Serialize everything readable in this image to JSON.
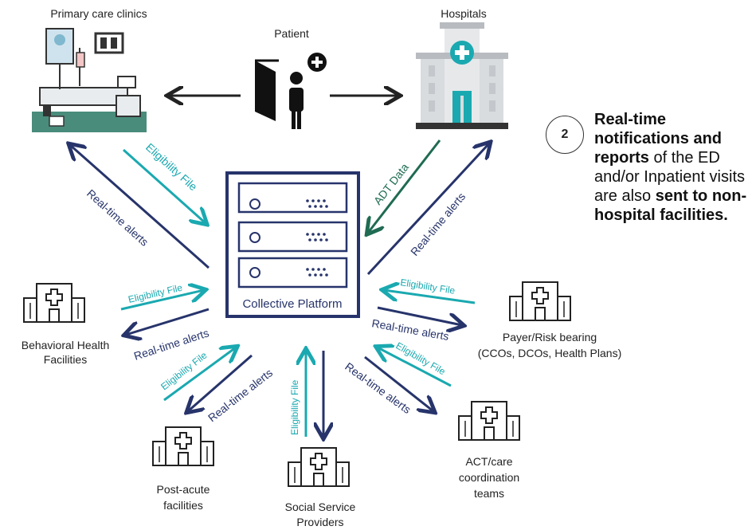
{
  "labels": {
    "primary_care": "Primary care clinics",
    "patient": "Patient",
    "hospitals": "Hospitals",
    "platform": "Collective Platform",
    "behavioral_1": "Behavioral Health",
    "behavioral_2": "Facilities",
    "post_acute_1": "Post-acute",
    "post_acute_2": "facilities",
    "social_1": "Social Service",
    "social_2": "Providers",
    "act_1": "ACT/care",
    "act_2": "coordination",
    "act_3": "teams",
    "payer_1": "Payer/Risk bearing",
    "payer_2": "(CCOs, DCOs, Health Plans)"
  },
  "flows": {
    "eligibility_file": "Eligibility File",
    "real_time_alerts": "Real-time alerts",
    "adt_data": "ADT Data"
  },
  "callout": {
    "step": "2",
    "p1_bold": "Real-time notifications and reports",
    "p2": " of the ED and/or Inpatient visits are also ",
    "p3_bold": "sent to non-hospital facilities."
  },
  "colors": {
    "navy": "#27346b",
    "teal": "#1aa9b0",
    "green": "#1f6b53",
    "hospital_gray": "#d9dcde",
    "hospital_accent": "#1aa9b0"
  },
  "icons": [
    "clinic-illustration-icon",
    "patient-door-icon",
    "hospital-building-icon",
    "server-rack-icon",
    "facility-building-icon"
  ]
}
